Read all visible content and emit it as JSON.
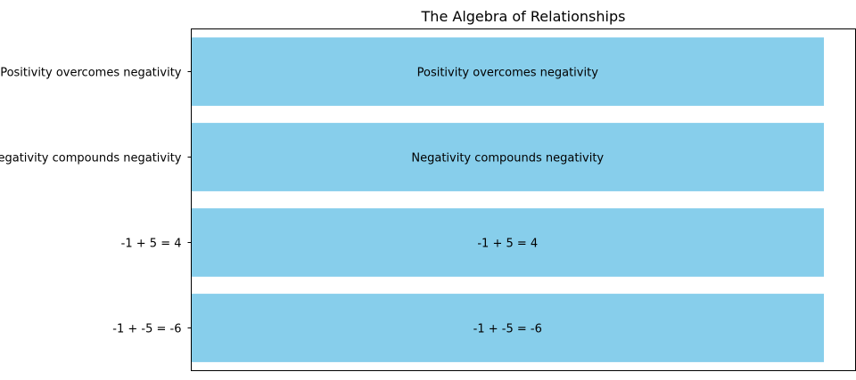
{
  "chart_data": {
    "type": "bar",
    "orientation": "horizontal",
    "title": "The Algebra of Relationships",
    "xlabel": "",
    "ylabel": "",
    "categories": [
      "-1 + -5 = -6",
      "-1 + 5 = 4",
      "Negativity compounds negativity",
      "Positivity overcomes negativity"
    ],
    "values": [
      1,
      1,
      1,
      1
    ],
    "bar_labels": [
      "-1 + -5 = -6",
      "-1 + 5 = 4",
      "Negativity compounds negativity",
      "Positivity overcomes negativity"
    ],
    "xlim": [
      0,
      1.05
    ],
    "xticks_visible": false,
    "grid": false,
    "legend": "none",
    "colors": {
      "bar": "#87CEEB",
      "text": "#000000",
      "axes": "#000000",
      "background": "#ffffff"
    }
  }
}
